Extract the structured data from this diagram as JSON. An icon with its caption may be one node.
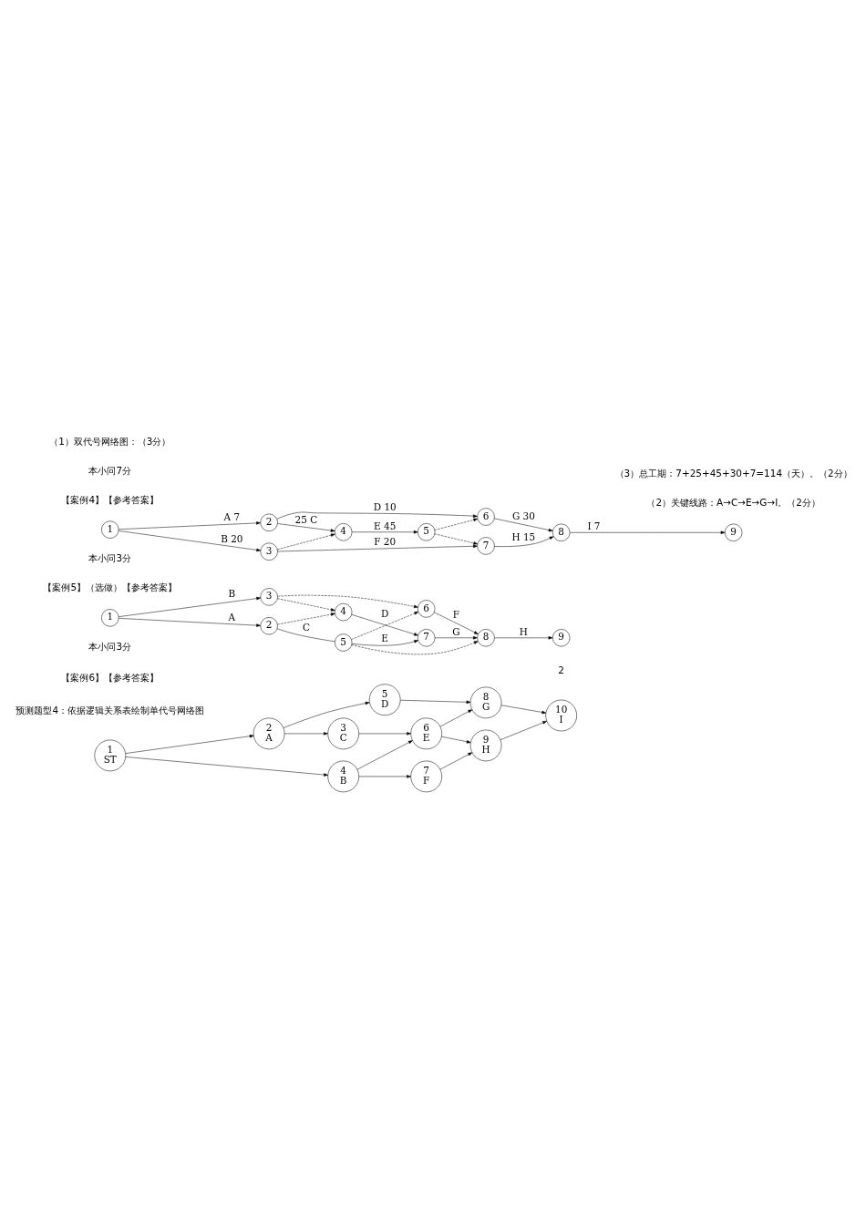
{
  "diagram": {
    "nodes": [
      {
        "text": [
          "1"
        ]
      },
      {
        "text": [
          "2"
        ]
      },
      {
        "text": [
          "3"
        ]
      },
      {
        "text": [
          "4"
        ]
      },
      {
        "text": [
          "5"
        ]
      },
      {
        "text": [
          "6"
        ]
      },
      {
        "text": [
          "7"
        ]
      },
      {
        "text": [
          "8"
        ]
      },
      {
        "text": [
          "9"
        ]
      },
      {
        "text": [
          "1"
        ]
      },
      {
        "text": [
          "2"
        ]
      },
      {
        "text": [
          "3"
        ]
      },
      {
        "text": [
          "4"
        ]
      },
      {
        "text": [
          "5"
        ]
      },
      {
        "text": [
          "6"
        ]
      },
      {
        "text": [
          "7"
        ]
      },
      {
        "text": [
          "8"
        ]
      },
      {
        "text": [
          "9"
        ]
      },
      {
        "text": [
          "1",
          "ST"
        ]
      },
      {
        "text": [
          "2",
          "A"
        ]
      },
      {
        "text": [
          "3",
          "C"
        ]
      },
      {
        "text": [
          "4",
          "B"
        ]
      },
      {
        "text": [
          "5",
          "D"
        ]
      },
      {
        "text": [
          "6",
          "E"
        ]
      },
      {
        "text": [
          "7",
          "F"
        ]
      },
      {
        "text": [
          "8",
          "G"
        ]
      },
      {
        "text": [
          "9",
          "H"
        ]
      },
      {
        "text": [
          "10",
          "I"
        ]
      }
    ],
    "edges": [
      {
        "from": 0,
        "to": 1,
        "arrow": "to",
        "label": "A 7"
      },
      {
        "from": 0,
        "to": 2,
        "arrow": "to",
        "label": "B 20"
      },
      {
        "from": 1,
        "to": 5,
        "arrow": "to",
        "label": "D 10"
      },
      {
        "from": 1,
        "to": 3,
        "arrow": "to",
        "label": "25 C"
      },
      {
        "from": 2,
        "to": 3,
        "arrow": "to",
        "style": "dashed"
      },
      {
        "from": 3,
        "to": 4,
        "arrow": "to",
        "label": "E 45"
      },
      {
        "from": 2,
        "to": 6,
        "arrow": "to",
        "label": "F 20"
      },
      {
        "from": 4,
        "to": 5,
        "arrow": "to",
        "style": "dashed"
      },
      {
        "from": 4,
        "to": 6,
        "arrow": "to",
        "style": "dashed"
      },
      {
        "from": 5,
        "to": 7,
        "arrow": "to",
        "label": "G 30"
      },
      {
        "from": 6,
        "to": 7,
        "arrow": "to",
        "label": "H 15"
      },
      {
        "from": 7,
        "to": 8,
        "arrow": "to",
        "label": "I 7"
      },
      {
        "from": 9,
        "to": 10,
        "arrow": "to",
        "label": "A"
      },
      {
        "from": 9,
        "to": 11,
        "arrow": "to",
        "label": "B"
      },
      {
        "from": 10,
        "to": 13,
        "arrow": "none",
        "label": "C"
      },
      {
        "from": 10,
        "to": 12,
        "arrow": "to",
        "style": "dashed"
      },
      {
        "from": 11,
        "to": 12,
        "arrow": "to",
        "style": "dashed"
      },
      {
        "from": 11,
        "to": 14,
        "arrow": "to",
        "style": "dashed"
      },
      {
        "from": 13,
        "to": 16,
        "arrow": "to",
        "style": "dashed"
      },
      {
        "from": 13,
        "to": 15,
        "arrow": "to",
        "label": "E"
      },
      {
        "from": 13,
        "to": 14,
        "arrow": "to",
        "style": "dashed"
      },
      {
        "from": 12,
        "to": 15,
        "arrow": "to",
        "label": "D"
      },
      {
        "from": 15,
        "to": 16,
        "arrow": "to",
        "label": "G"
      },
      {
        "from": 16,
        "to": 17,
        "arrow": "to",
        "label": "H"
      },
      {
        "from": 14,
        "to": 16,
        "arrow": "to",
        "label": "F"
      },
      {
        "from": 18,
        "to": 19,
        "arrow": "to"
      },
      {
        "from": 18,
        "to": 21,
        "arrow": "to"
      },
      {
        "from": 19,
        "to": 22,
        "arrow": "to"
      },
      {
        "from": 19,
        "to": 20,
        "arrow": "to"
      },
      {
        "from": 20,
        "to": 23,
        "arrow": "to"
      },
      {
        "from": 21,
        "to": 23,
        "arrow": "to"
      },
      {
        "from": 21,
        "to": 24,
        "arrow": "to"
      },
      {
        "from": 22,
        "to": 25,
        "arrow": "to"
      },
      {
        "from": 23,
        "to": 25,
        "arrow": "to"
      },
      {
        "from": 23,
        "to": 26,
        "arrow": "to"
      },
      {
        "from": 24,
        "to": 26,
        "arrow": "to"
      },
      {
        "from": 25,
        "to": 27,
        "arrow": "to"
      },
      {
        "from": 26,
        "to": 27,
        "arrow": "to"
      }
    ],
    "labels": [
      "【案例4】【参考答案】",
      "本小问7分",
      "（1）双代号网络图：（3分）",
      "（2）关键线路：A→C→E→G→I。（2分）",
      "（3）总工期：7+25+45+30+7=114（天）。（2分）",
      "【案例5】（选做）【参考答案】",
      "本小问3分",
      "预测题型4：依据逻辑关系表绘制单代号网络图",
      "【案例6】【参考答案】",
      "本小问3分",
      "2"
    ]
  }
}
